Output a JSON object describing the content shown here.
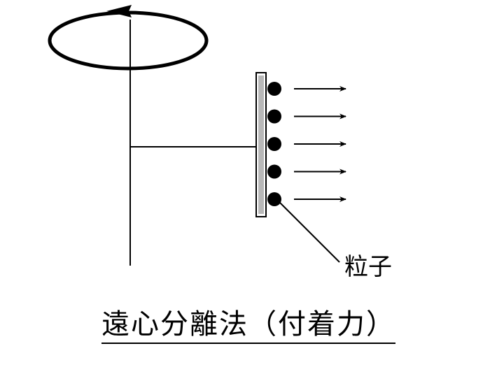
{
  "labels": {
    "particle": "粒子",
    "caption": "遠心分離法（付着力）"
  },
  "colors": {
    "line": "#000000",
    "plate_fill": "#ffffff",
    "plate_inner": "#b8b8b8",
    "particle": "#000000"
  },
  "particles": {
    "count": 5
  }
}
